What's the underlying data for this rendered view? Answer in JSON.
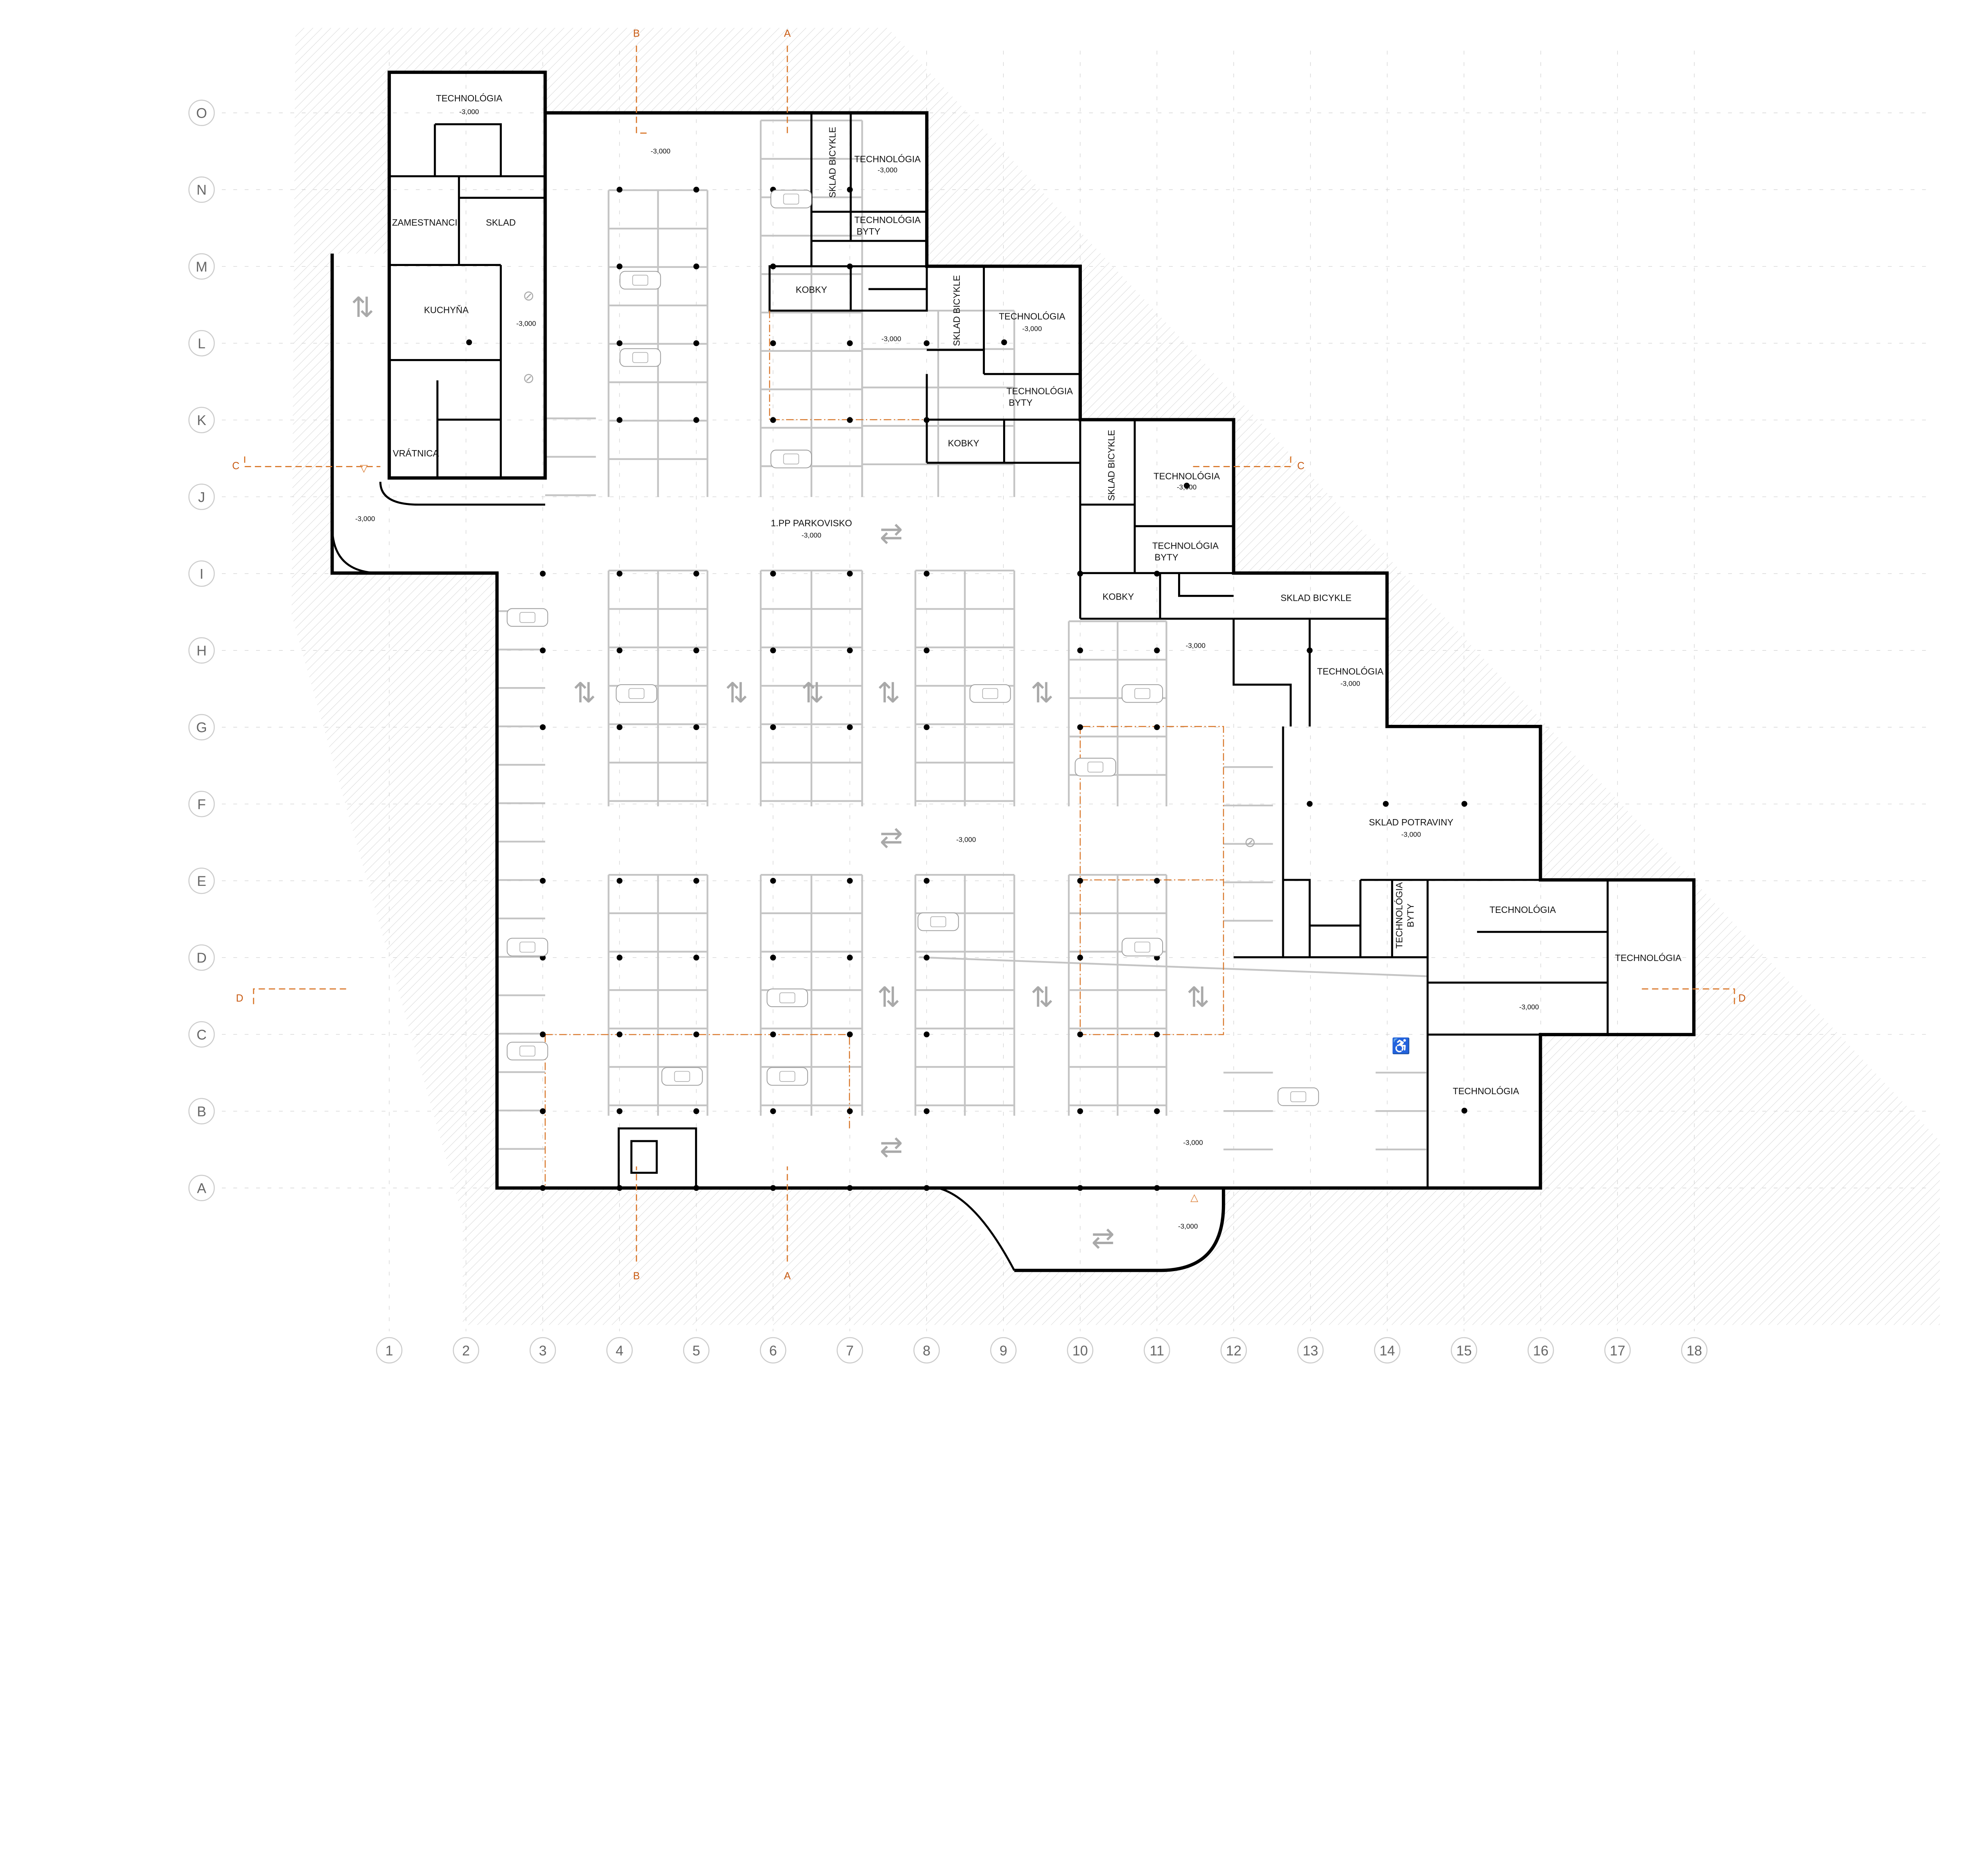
{
  "title": "1.PP PARKOVISKO",
  "level": "-3,000",
  "colors": {
    "wall": "#000000",
    "stall": "#c4c4c4",
    "section": "#d9782c",
    "hatch": "#d6d6d6"
  },
  "grid": {
    "columns": [
      "1",
      "2",
      "3",
      "4",
      "5",
      "6",
      "7",
      "8",
      "9",
      "10",
      "11",
      "12",
      "13",
      "14",
      "15",
      "16",
      "17",
      "18"
    ],
    "rows": [
      "O",
      "N",
      "M",
      "L",
      "K",
      "J",
      "I",
      "H",
      "G",
      "F",
      "E",
      "D",
      "C",
      "B",
      "A"
    ]
  },
  "sections": {
    "a": "A",
    "b": "B",
    "c": "C",
    "d": "D"
  },
  "rooms": [
    {
      "name": "TECHNOLÓGIA",
      "elev": "-3,000"
    },
    {
      "name": "ZAMESTNANCI"
    },
    {
      "name": "SKLAD"
    },
    {
      "name": "KUCHYŇA"
    },
    {
      "name": "VRÁTNICA"
    },
    {
      "name": "SKLAD BICYKLE"
    },
    {
      "name": "TECHNOLÓGIA",
      "elev": "-3,000"
    },
    {
      "name": "TECHNOLÓGIA",
      "line2": "BYTY"
    },
    {
      "name": "KOBKY"
    },
    {
      "name": "SKLAD BICYKLE"
    },
    {
      "name": "TECHNOLÓGIA",
      "elev": "-3,000"
    },
    {
      "name": "TECHNOLÓGIA",
      "line2": "BYTY"
    },
    {
      "name": "KOBKY"
    },
    {
      "name": "SKLAD BICYKLE"
    },
    {
      "name": "TECHNOLÓGIA",
      "elev": "-3,000"
    },
    {
      "name": "TECHNOLÓGIA",
      "line2": "BYTY"
    },
    {
      "name": "KOBKY"
    },
    {
      "name": "SKLAD BICYKLE"
    },
    {
      "name": "TECHNOLÓGIA",
      "elev": "-3,000"
    },
    {
      "name": "SKLAD POTRAVINY",
      "elev": "-3,000"
    },
    {
      "name": "TECHNOLÓGIA",
      "line2": "BYTY"
    },
    {
      "name": "TECHNOLÓGIA"
    },
    {
      "name": "TECHNOLÓGIA"
    },
    {
      "name": "TECHNOLÓGIA"
    }
  ],
  "elevation_marks": [
    "-3,000",
    "-3,000",
    "-3,000",
    "-3,000",
    "-3,000",
    "-3,000",
    "-3,000",
    "-3,000",
    "-3,000",
    "-3,000"
  ]
}
